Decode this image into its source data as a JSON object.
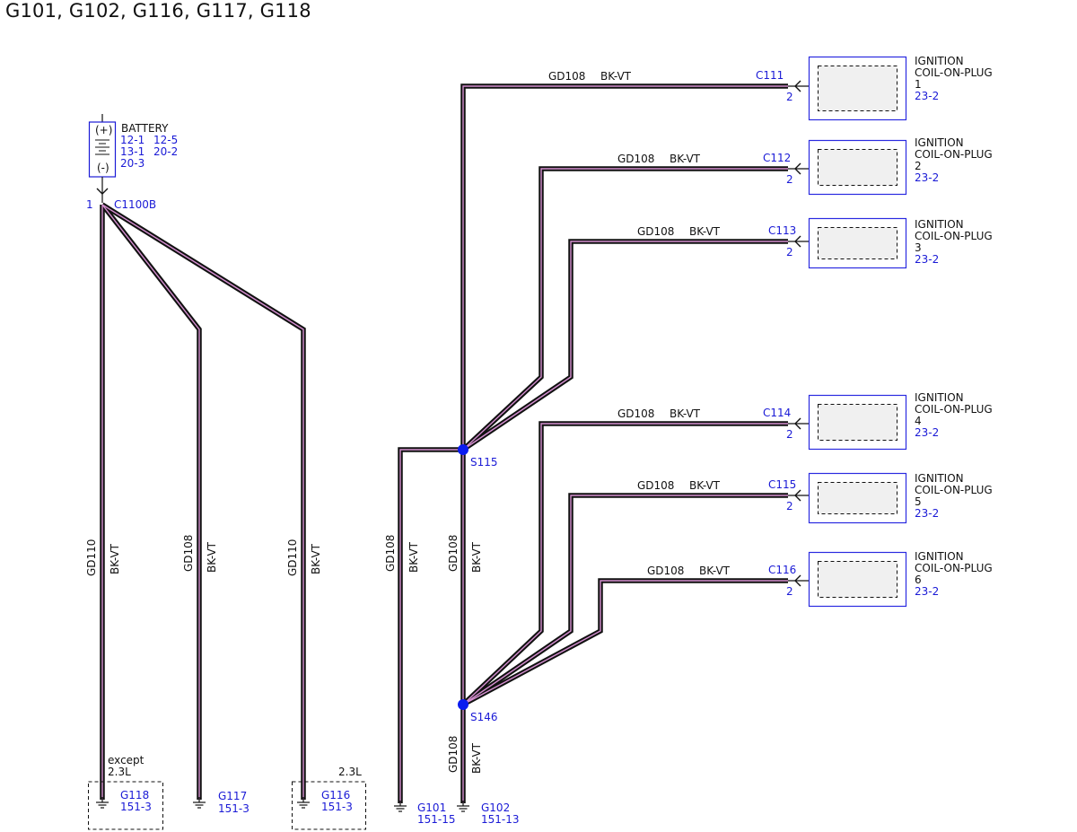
{
  "title": "G101, G102, G116, G117, G118",
  "colors": {
    "wire_outer": "#111111",
    "wire_inner": "#d58fd0",
    "ref": "#1a1ad6",
    "splice": "#0a1cf0",
    "text": "#111111"
  },
  "battery": {
    "name": "BATTERY",
    "plus": "(+)",
    "minus": "(-)",
    "refs": [
      "12-1",
      "12-5",
      "13-1",
      "20-2",
      "20-3"
    ],
    "pin": "1",
    "connector": "C1100B"
  },
  "wires": {
    "v1_circuit": "GD110",
    "v1_color": "BK-VT",
    "v2_circuit": "GD108",
    "v2_color": "BK-VT",
    "v3_circuit": "GD110",
    "v3_color": "BK-VT",
    "v4_circuit": "GD108",
    "v4_color": "BK-VT",
    "v5_circuit": "GD108",
    "v5_color": "BK-VT",
    "v6_circuit": "GD108",
    "v6_color": "BK-VT"
  },
  "coils": [
    {
      "connector": "C111",
      "pin": "2",
      "line1": "IGNITION",
      "line2": "COIL-ON-PLUG",
      "num": "1",
      "ref": "23-2",
      "circuit": "GD108",
      "color": "BK-VT"
    },
    {
      "connector": "C112",
      "pin": "2",
      "line1": "IGNITION",
      "line2": "COIL-ON-PLUG",
      "num": "2",
      "ref": "23-2",
      "circuit": "GD108",
      "color": "BK-VT"
    },
    {
      "connector": "C113",
      "pin": "2",
      "line1": "IGNITION",
      "line2": "COIL-ON-PLUG",
      "num": "3",
      "ref": "23-2",
      "circuit": "GD108",
      "color": "BK-VT"
    },
    {
      "connector": "C114",
      "pin": "2",
      "line1": "IGNITION",
      "line2": "COIL-ON-PLUG",
      "num": "4",
      "ref": "23-2",
      "circuit": "GD108",
      "color": "BK-VT"
    },
    {
      "connector": "C115",
      "pin": "2",
      "line1": "IGNITION",
      "line2": "COIL-ON-PLUG",
      "num": "5",
      "ref": "23-2",
      "circuit": "GD108",
      "color": "BK-VT"
    },
    {
      "connector": "C116",
      "pin": "2",
      "line1": "IGNITION",
      "line2": "COIL-ON-PLUG",
      "num": "6",
      "ref": "23-2",
      "circuit": "GD108",
      "color": "BK-VT"
    }
  ],
  "splices": {
    "s115": "S115",
    "s146": "S146"
  },
  "grounds": {
    "g118": {
      "name": "G118",
      "ref": "151-3",
      "note1": "except",
      "note2": "2.3L"
    },
    "g117": {
      "name": "G117",
      "ref": "151-3"
    },
    "g116": {
      "name": "G116",
      "ref": "151-3",
      "note": "2.3L"
    },
    "g101": {
      "name": "G101",
      "ref": "151-15"
    },
    "g102": {
      "name": "G102",
      "ref": "151-13"
    }
  }
}
